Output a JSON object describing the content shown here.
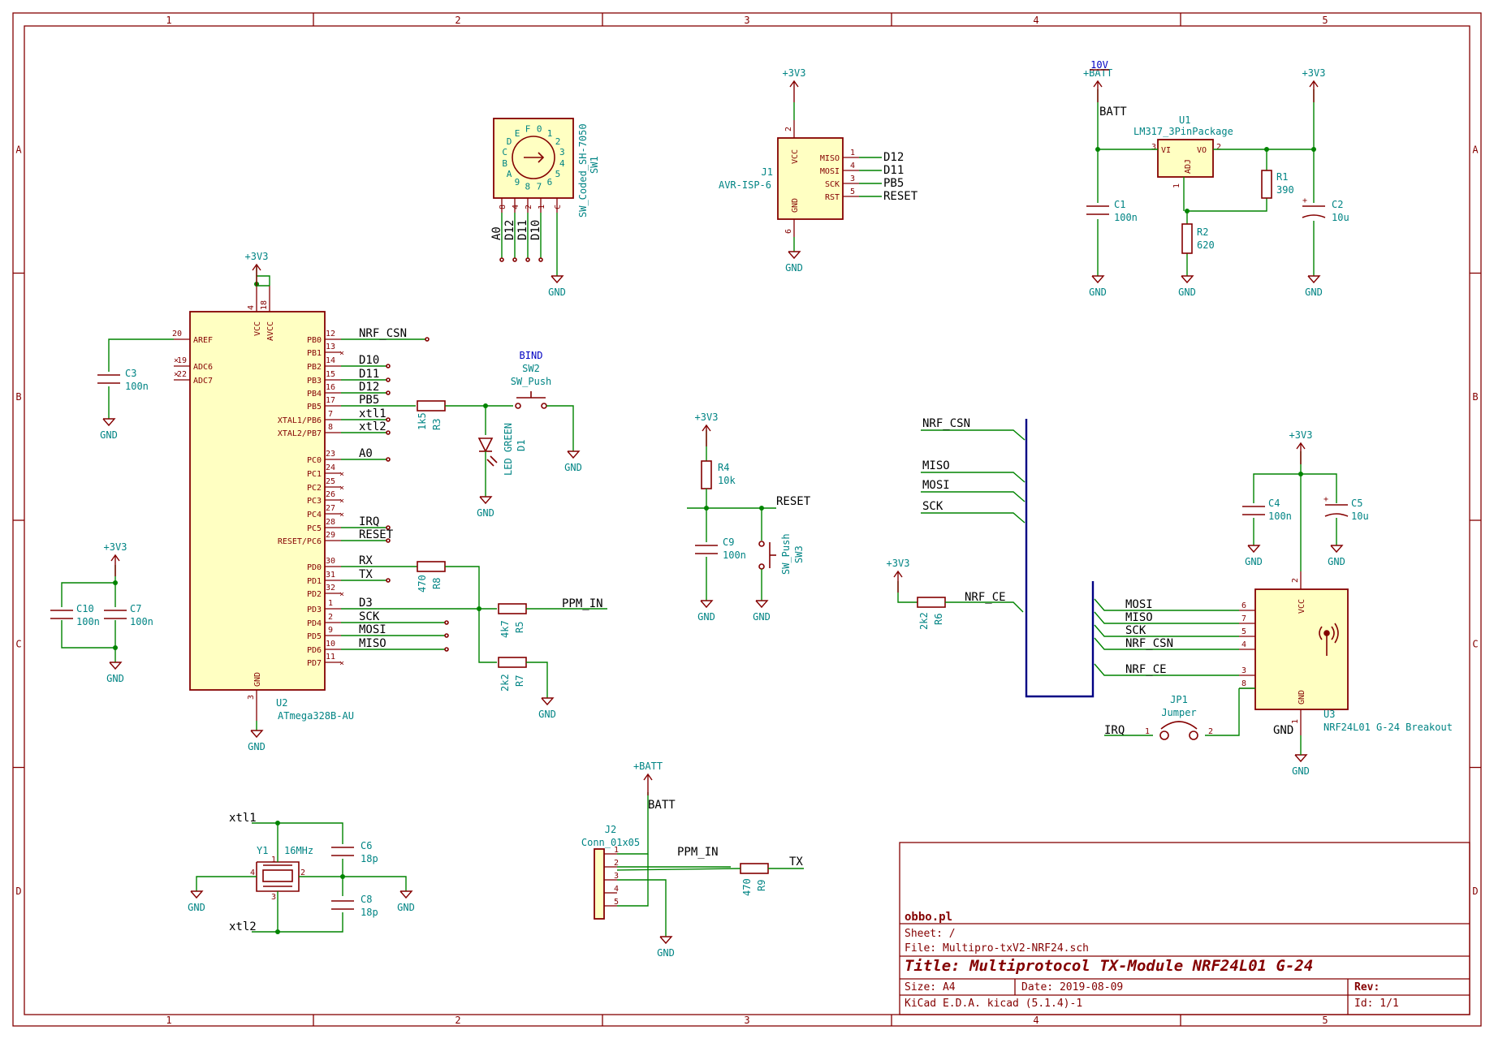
{
  "frame": {
    "cols": [
      "1",
      "2",
      "3",
      "4",
      "5"
    ],
    "rows": [
      "A",
      "B",
      "C",
      "D"
    ]
  },
  "title_block": {
    "company": "obbo.pl",
    "sheet": "Sheet: /",
    "file": "File: Multipro-txV2-NRF24.sch",
    "title": "Title: Multiprotocol TX-Module NRF24L01 G-24",
    "size": "Size: A4",
    "date": "Date: 2019-08-09",
    "rev": "Rev:",
    "kicad": "KiCad E.D.A.  kicad (5.1.4)-1",
    "id": "Id: 1/1"
  },
  "power": {
    "v33": "+3V3",
    "gnd": "GND",
    "batt_plus": "+BATT",
    "batt_10v": "10V"
  },
  "u2": {
    "ref": "U2",
    "value": "ATmega328B-AU",
    "left_pins": [
      {
        "num": "20",
        "name": "AREF"
      },
      {
        "num": "19",
        "name": "ADC6"
      },
      {
        "num": "22",
        "name": "ADC7"
      }
    ],
    "top_pins": [
      {
        "num": "4",
        "name": "VCC"
      },
      {
        "num": "18",
        "name": "AVCC"
      }
    ],
    "bottom_pin": {
      "num": "3",
      "name": "GND"
    },
    "right_pins": [
      {
        "num": "12",
        "name": "PB0",
        "net": "NRF_CSN"
      },
      {
        "num": "13",
        "name": "PB1",
        "net": ""
      },
      {
        "num": "14",
        "name": "PB2",
        "net": "D10"
      },
      {
        "num": "15",
        "name": "PB3",
        "net": "D11"
      },
      {
        "num": "16",
        "name": "PB4",
        "net": "D12"
      },
      {
        "num": "17",
        "name": "PB5",
        "net": "PB5"
      },
      {
        "num": "7",
        "name": "XTAL1/PB6",
        "net": "xtl1"
      },
      {
        "num": "8",
        "name": "XTAL2/PB7",
        "net": "xtl2"
      },
      {
        "num": "23",
        "name": "PC0",
        "net": "A0"
      },
      {
        "num": "24",
        "name": "PC1",
        "net": ""
      },
      {
        "num": "25",
        "name": "PC2",
        "net": ""
      },
      {
        "num": "26",
        "name": "PC3",
        "net": ""
      },
      {
        "num": "27",
        "name": "PC4",
        "net": ""
      },
      {
        "num": "28",
        "name": "PC5",
        "net": "IRQ"
      },
      {
        "num": "29",
        "name": "RESET/PC6",
        "net": "RESET"
      },
      {
        "num": "30",
        "name": "PD0",
        "net": "RX"
      },
      {
        "num": "31",
        "name": "PD1",
        "net": "TX"
      },
      {
        "num": "32",
        "name": "PD2",
        "net": ""
      },
      {
        "num": "1",
        "name": "PD3",
        "net": "D3"
      },
      {
        "num": "2",
        "name": "PD4",
        "net": "SCK"
      },
      {
        "num": "9",
        "name": "PD5",
        "net": "MOSI"
      },
      {
        "num": "10",
        "name": "PD6",
        "net": "MISO"
      },
      {
        "num": "11",
        "name": "PD7",
        "net": ""
      }
    ]
  },
  "sw1": {
    "ref": "SW1",
    "value": "SW_Coded_SH-7050",
    "dial": [
      "0",
      "1",
      "2",
      "3",
      "4",
      "5",
      "6",
      "7",
      "8",
      "9",
      "A",
      "B",
      "C",
      "D",
      "E",
      "F"
    ],
    "pins": [
      "8",
      "4",
      "2",
      "1",
      "C"
    ],
    "nets": [
      "A0",
      "D12",
      "D11",
      "D10"
    ]
  },
  "j1": {
    "ref": "J1",
    "value": "AVR-ISP-6",
    "vcc": "VCC",
    "gnd": "GND",
    "vcc_num": "2",
    "gnd_num": "6",
    "pins": [
      {
        "num": "1",
        "name": "MISO",
        "net": "D12"
      },
      {
        "num": "4",
        "name": "MOSI",
        "net": "D11"
      },
      {
        "num": "3",
        "name": "SCK",
        "net": "PB5"
      },
      {
        "num": "5",
        "name": "RST",
        "net": "RESET"
      }
    ]
  },
  "u1": {
    "ref": "U1",
    "value": "LM317_3PinPackage",
    "vi": "VI",
    "vo": "VO",
    "adj": "ADJ",
    "pin_vi": "3",
    "pin_vo": "2",
    "pin_adj": "1",
    "batt_label": "BATT"
  },
  "parts": {
    "c1": {
      "ref": "C1",
      "value": "100n"
    },
    "r1": {
      "ref": "R1",
      "value": "390"
    },
    "r2": {
      "ref": "R2",
      "value": "620"
    },
    "c2": {
      "ref": "C2",
      "value": "10u"
    },
    "c3": {
      "ref": "C3",
      "value": "100n"
    },
    "c10": {
      "ref": "C10",
      "value": "100n"
    },
    "c7": {
      "ref": "C7",
      "value": "100n"
    },
    "r3": {
      "ref": "R3",
      "value": "1k5"
    },
    "d1": {
      "ref": "D1",
      "value": "LED GREEN"
    },
    "sw2": {
      "ref": "SW2",
      "value": "SW_Push",
      "bind": "BIND"
    },
    "r4": {
      "ref": "R4",
      "value": "10k"
    },
    "c9": {
      "ref": "C9",
      "value": "100n"
    },
    "sw3": {
      "ref": "SW3",
      "value": "SW_Push"
    },
    "r8": {
      "ref": "R8",
      "value": "470"
    },
    "r5": {
      "ref": "R5",
      "value": "4k7"
    },
    "r7": {
      "ref": "R7",
      "value": "2k2"
    },
    "r6": {
      "ref": "R6",
      "value": "2k2"
    },
    "c4": {
      "ref": "C4",
      "value": "100n"
    },
    "c5": {
      "ref": "C5",
      "value": "10u"
    },
    "jp1": {
      "ref": "JP1",
      "value": "Jumper",
      "p1": "1",
      "p2": "2"
    },
    "y1": {
      "ref": "Y1",
      "value": "16MHz",
      "p1": "1",
      "p2": "2",
      "p3": "3",
      "p4": "4"
    },
    "c6": {
      "ref": "C6",
      "value": "18p"
    },
    "c8": {
      "ref": "C8",
      "value": "18p"
    },
    "r9": {
      "ref": "R9",
      "value": "470"
    },
    "j2": {
      "ref": "J2",
      "value": "Conn_01x05",
      "pins": [
        "1",
        "2",
        "3",
        "4",
        "5"
      ]
    }
  },
  "u3": {
    "ref": "U3",
    "value": "NRF24L01 G-24 Breakout",
    "pins": [
      {
        "num": "6",
        "name": "MOSI",
        "net": "MOSI"
      },
      {
        "num": "7",
        "name": "MISO",
        "net": "MISO"
      },
      {
        "num": "5",
        "name": "SCK",
        "net": "SCK"
      },
      {
        "num": "4",
        "name": "CSN",
        "net": "NRF_CSN"
      },
      {
        "num": "3",
        "name": "CE",
        "net": "NRF_CE"
      },
      {
        "num": "8",
        "name": "IRQ",
        "net": ""
      }
    ],
    "vcc": "VCC",
    "vcc_num": "2",
    "gnd": "GND",
    "gnd_num": "1"
  },
  "nets": {
    "nrf_csn": "NRF_CSN",
    "miso": "MISO",
    "mosi": "MOSI",
    "sck": "SCK",
    "nrf_ce": "NRF_CE",
    "irq": "IRQ",
    "reset": "RESET",
    "ppm_in": "PPM_IN",
    "tx": "TX",
    "batt": "BATT",
    "xtl1": "xtl1",
    "xtl2": "xtl2",
    "gnd_label": "GND"
  }
}
